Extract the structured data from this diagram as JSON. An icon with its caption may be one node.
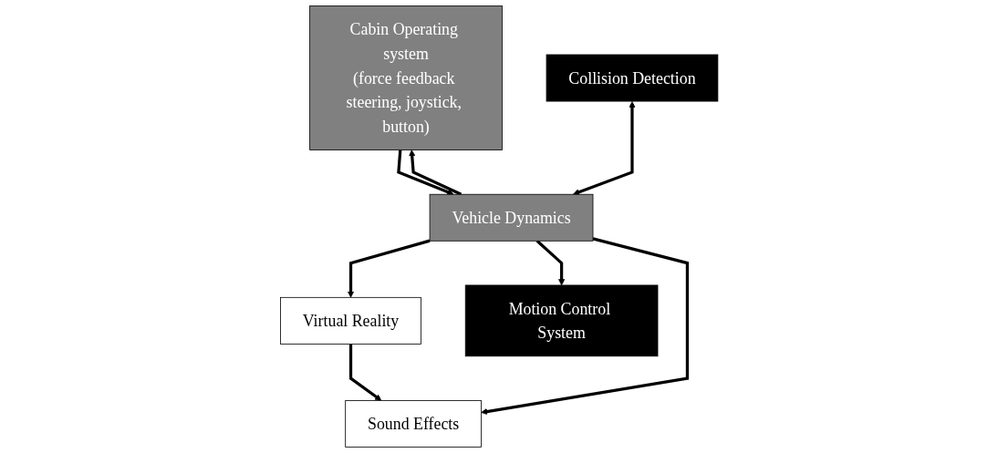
{
  "diagram": {
    "nodes": [
      {
        "text": [
          "Cabin Operating system",
          "(force feedback steering, joystick, button)"
        ]
      },
      {
        "text": [
          "Collision Detection"
        ]
      },
      {
        "text": [
          "Vehicle Dynamics"
        ]
      },
      {
        "text": [
          "Virtual Reality"
        ]
      },
      {
        "text": [
          "Motion Control System"
        ]
      },
      {
        "text": [
          "Sound Effects"
        ]
      }
    ],
    "edges": [
      {
        "from": 2,
        "to": 0,
        "arrow": "to"
      },
      {
        "from": 0,
        "to": 2,
        "arrow": "to"
      },
      {
        "from": 1,
        "to": 2,
        "arrow": "both"
      },
      {
        "from": 2,
        "to": 3,
        "arrow": "to"
      },
      {
        "from": 2,
        "to": 4,
        "arrow": "to"
      },
      {
        "from": 2,
        "to": 5,
        "arrow": "to"
      },
      {
        "from": 3,
        "to": 5,
        "arrow": "to"
      }
    ]
  }
}
